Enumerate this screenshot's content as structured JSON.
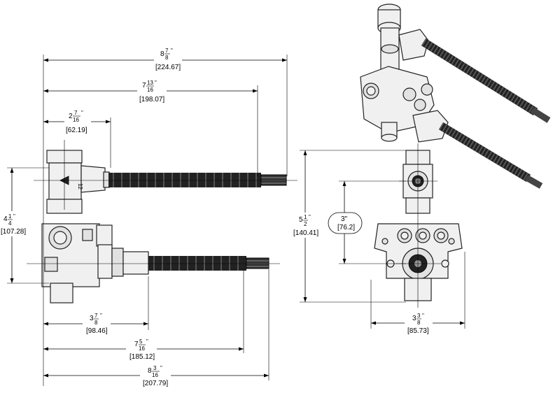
{
  "dimensions": {
    "overall_top": {
      "whole": "8",
      "num": "7",
      "den": "8",
      "unit": "\"",
      "metric": "[224.67]"
    },
    "upper_stem": {
      "whole": "7",
      "num": "13",
      "den": "16",
      "unit": "\"",
      "metric": "[198.07]"
    },
    "upper_offset": {
      "whole": "2",
      "num": "7",
      "den": "16",
      "unit": "\"",
      "metric": "[62.19]"
    },
    "height_left": {
      "whole": "4",
      "num": "1",
      "den": "4",
      "unit": "\"",
      "metric": "[107.28]"
    },
    "lower_offset": {
      "whole": "3",
      "num": "7",
      "den": "8",
      "unit": "\"",
      "metric": "[98.46]"
    },
    "lower_stem": {
      "whole": "7",
      "num": "5",
      "den": "16",
      "unit": "\"",
      "metric": "[185.12]"
    },
    "overall_bottom": {
      "whole": "8",
      "num": "3",
      "den": "16",
      "unit": "\"",
      "metric": "[207.79]"
    },
    "front_height": {
      "whole": "5",
      "num": "1",
      "den": "2",
      "unit": "\"",
      "metric": "[140.41]"
    },
    "center_spacing": {
      "value": "3\"",
      "metric": "[76.2]"
    },
    "front_width": {
      "whole": "3",
      "num": "3",
      "den": "8",
      "unit": "\"",
      "metric": "[85.73]"
    }
  },
  "labels": {
    "port_marker": "12"
  },
  "colors": {
    "line": "#000000",
    "body_fill": "#f0f0f0",
    "thread": "#222222"
  }
}
